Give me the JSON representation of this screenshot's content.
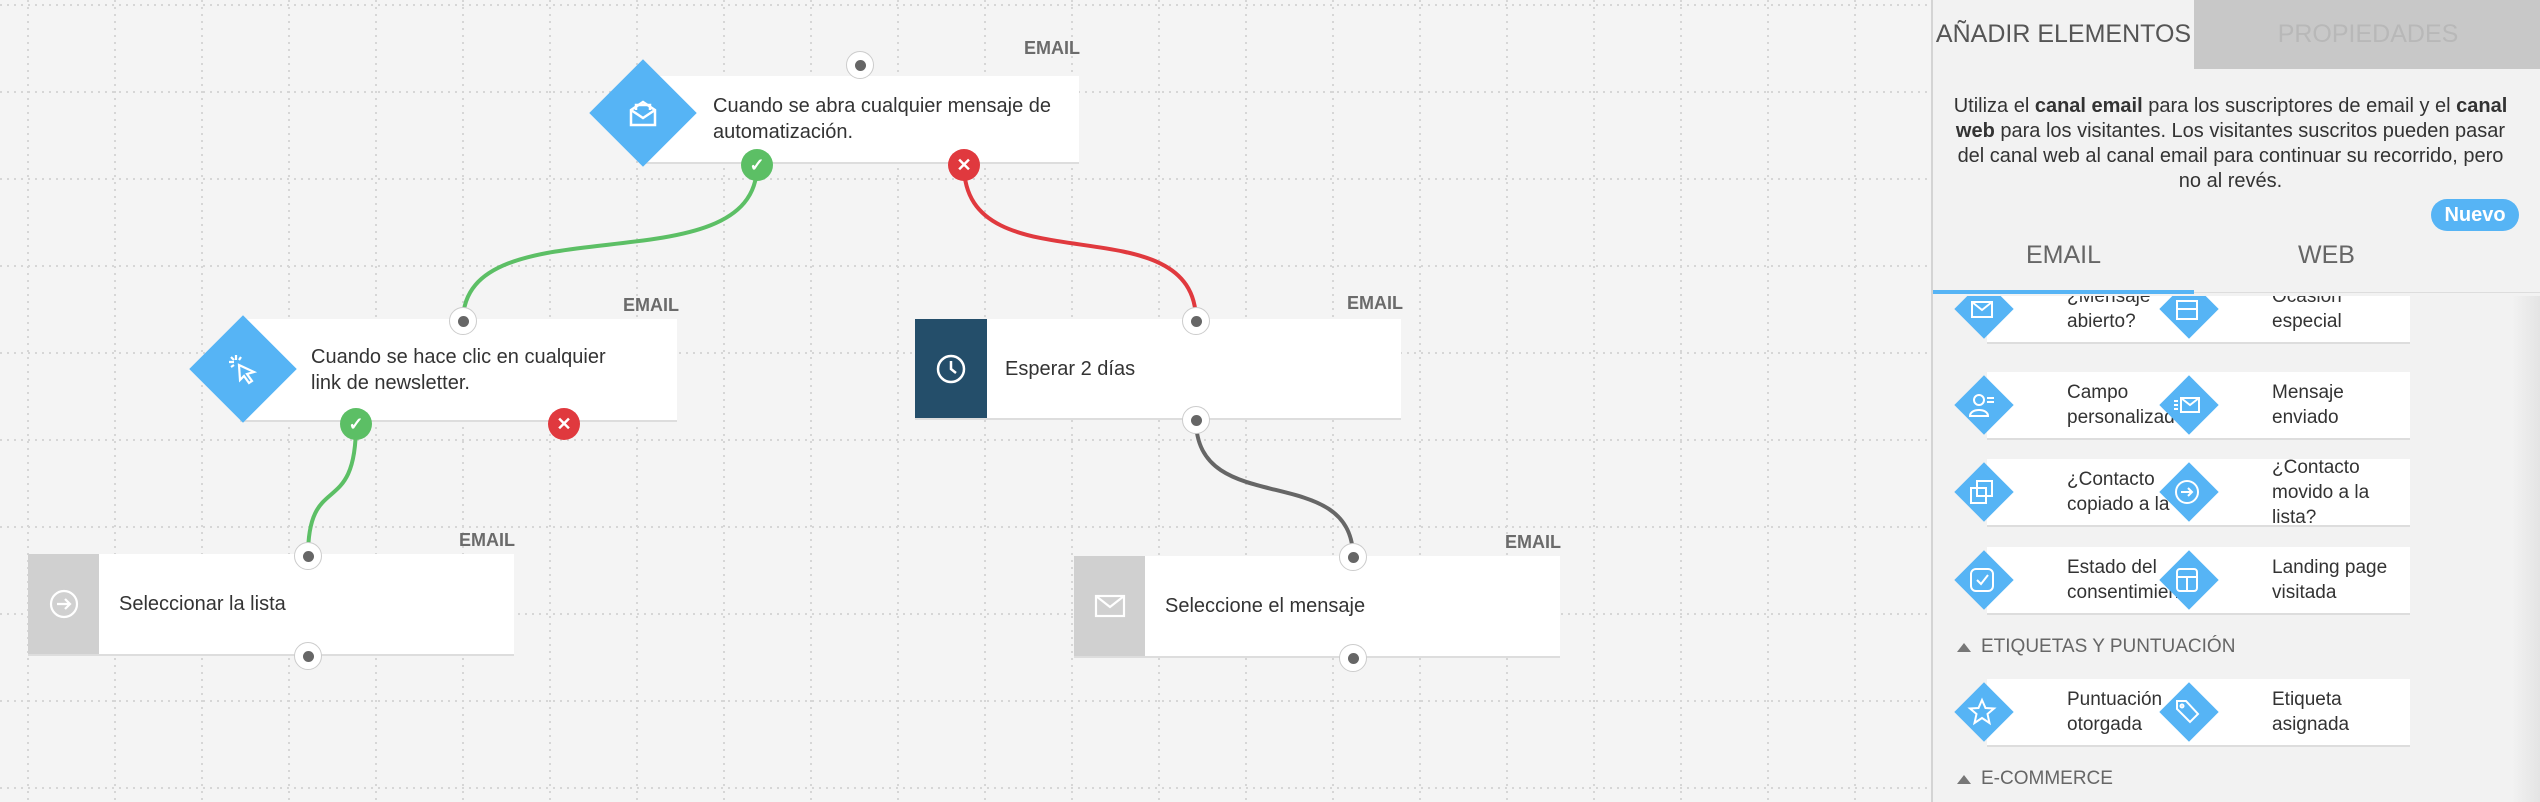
{
  "colors": {
    "accent": "#56b4f5",
    "success": "#5cbf65",
    "danger": "#e0393e",
    "dark_node": "#244e6a",
    "neutral_node": "#d0d0d0"
  },
  "canvas": {
    "nodes": [
      {
        "channel": "EMAIL",
        "text": "Cuando se abra cualquier mensaje de automatización.",
        "icon": "open-envelope-icon"
      },
      {
        "channel": "EMAIL",
        "text": "Cuando se hace clic en cualquier link de newsletter.",
        "icon": "click-cursor-icon"
      },
      {
        "channel": "EMAIL",
        "text": "Esperar 2 días",
        "icon": "clock-icon"
      },
      {
        "channel": "EMAIL",
        "text": "Seleccionar la lista",
        "icon": "arrow-circle-icon"
      },
      {
        "channel": "EMAIL",
        "text": "Seleccione el mensaje",
        "icon": "envelope-icon"
      }
    ]
  },
  "panel": {
    "tabs": [
      "AÑADIR ELEMENTOS",
      "PROPIEDADES"
    ],
    "description": {
      "p1": "Utiliza el ",
      "b1": "canal email",
      "p2": " para los suscriptores de email y el ",
      "b2": "canal web",
      "p3": " para los visitantes. Los visitantes suscritos pueden pasar del canal web al canal email para continuar su recorrido, pero no al revés."
    },
    "new_badge": "Nuevo",
    "channel_tabs": [
      "EMAIL",
      "WEB"
    ],
    "items": [
      {
        "label": "¿Mensaje abierto?",
        "visible": "abierto?",
        "icon": "envelope-icon"
      },
      {
        "label": "Ocasión especial",
        "icon": "calendar-icon"
      },
      {
        "label": "Campo personalizado",
        "icon": "user-field-icon"
      },
      {
        "label": "Mensaje enviado",
        "icon": "send-mail-icon"
      },
      {
        "label": "¿Contacto copiado a la",
        "icon": "copy-icon"
      },
      {
        "label": "¿Contacto movido a la lista?",
        "icon": "arrow-circle-icon"
      },
      {
        "label": "Estado del consentimiento",
        "icon": "checkbox-icon"
      },
      {
        "label": "Landing page visitada",
        "icon": "layout-icon"
      }
    ],
    "sections": [
      {
        "title": "ETIQUETAS Y PUNTUACIÓN",
        "items": [
          {
            "label": "Puntuación otorgada",
            "icon": "star-icon"
          },
          {
            "label": "Etiqueta asignada",
            "icon": "tag-icon"
          }
        ]
      },
      {
        "title": "E-COMMERCE",
        "items": []
      }
    ]
  }
}
